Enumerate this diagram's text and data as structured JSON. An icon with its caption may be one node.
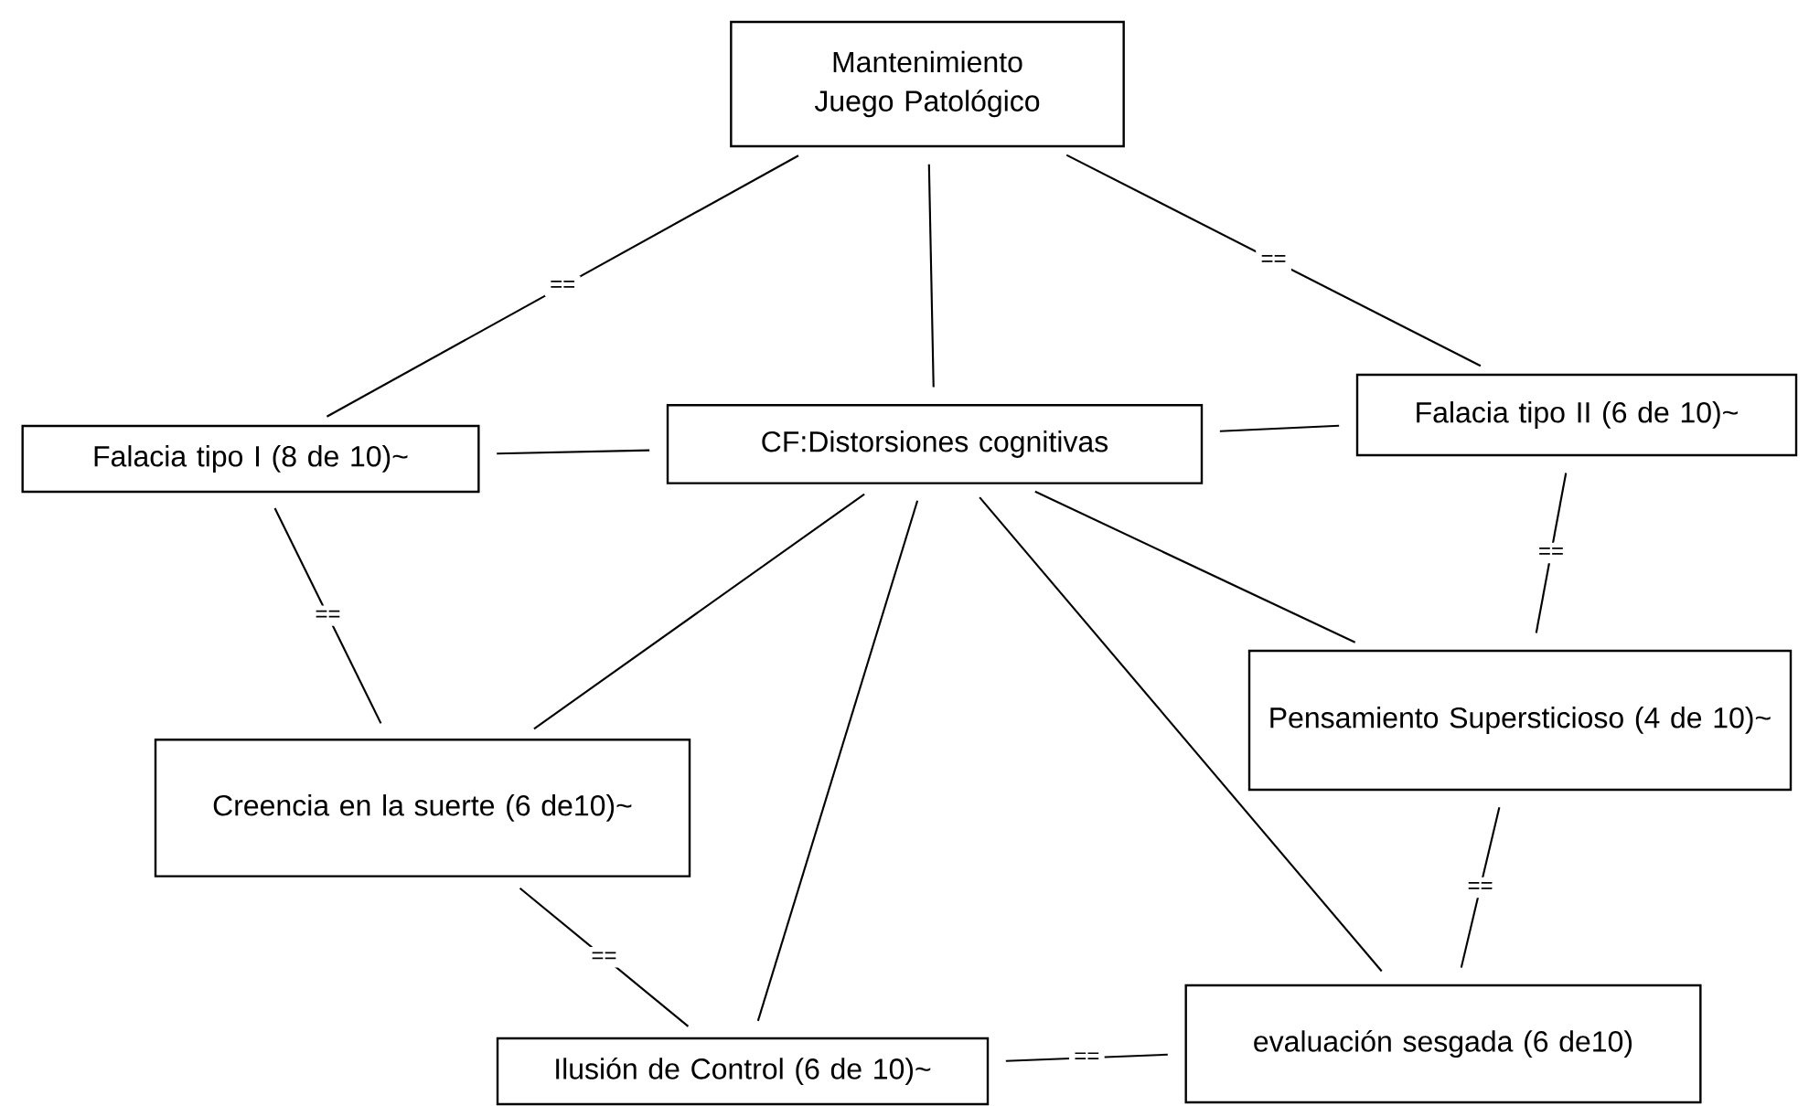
{
  "diagram": {
    "nodes": [
      {
        "text": [
          "Mantenimiento Juego Patológico"
        ]
      },
      {
        "text": [
          "Falacia tipo I (8 de 10)~"
        ]
      },
      {
        "text": [
          "CF:Distorsiones cognitivas"
        ]
      },
      {
        "text": [
          "Falacia tipo II (6 de 10)~"
        ]
      },
      {
        "text": [
          "Creencia en la suerte (6 de10)~"
        ]
      },
      {
        "text": [
          "Pensamiento Supersticioso (4 de 10)~"
        ]
      },
      {
        "text": [
          "Ilusión de Control (6 de 10)~"
        ]
      },
      {
        "text": [
          "evaluación sesgada (6 de10)"
        ]
      }
    ],
    "edges": [
      {
        "from": 0,
        "to": 1,
        "arrow": "none",
        "label": "=="
      },
      {
        "from": 0,
        "to": 2,
        "arrow": "none"
      },
      {
        "from": 0,
        "to": 3,
        "arrow": "none",
        "label": "=="
      },
      {
        "from": 1,
        "to": 2,
        "arrow": "none"
      },
      {
        "from": 2,
        "to": 3,
        "arrow": "none"
      },
      {
        "from": 1,
        "to": 4,
        "arrow": "none",
        "label": "=="
      },
      {
        "from": 2,
        "to": 4,
        "arrow": "none"
      },
      {
        "from": 2,
        "to": 6,
        "arrow": "none"
      },
      {
        "from": 2,
        "to": 7,
        "arrow": "none"
      },
      {
        "from": 2,
        "to": 5,
        "arrow": "none"
      },
      {
        "from": 3,
        "to": 5,
        "arrow": "none",
        "label": "=="
      },
      {
        "from": 4,
        "to": 6,
        "arrow": "none",
        "label": "=="
      },
      {
        "from": 5,
        "to": 7,
        "arrow": "none",
        "label": "=="
      },
      {
        "from": 6,
        "to": 7,
        "arrow": "none",
        "label": "=="
      }
    ]
  }
}
